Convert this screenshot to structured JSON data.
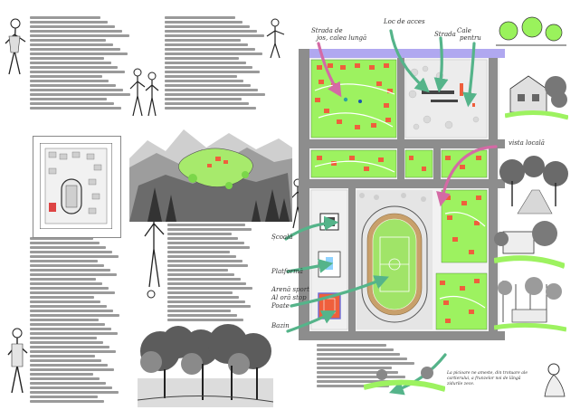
{
  "labels": {
    "residences_top": "Strada de",
    "residences_top_2": "jos, calea lungă",
    "access_point": "Loc de acces ",
    "access_point_2": "Strada",
    "path_label": "Cale",
    "path_label_2": "pentru",
    "view_label": "vista locală",
    "school": "Școală",
    "playground": "Platformă",
    "sports_1": "Arenă sport",
    "sports_2": "Al oră stop",
    "sports_3": "Poate",
    "pool": "Bazin"
  },
  "caption_bottom_right": "La picioare ne ameste, din trotuare ale cartierului, a frunzelor noi de lângă zidurile zece.",
  "colors": {
    "residential_block": "#9df260",
    "roof": "#ef5f3c",
    "street": "#8d8d8d",
    "arrow": "#55b48a",
    "arrow_pink": "#d46aa5",
    "field": "#a0e468",
    "track": "#c8a06b",
    "canal": "#b0a8f0"
  },
  "icons": [
    "arrow-icon",
    "tree-icon",
    "figure-icon"
  ]
}
